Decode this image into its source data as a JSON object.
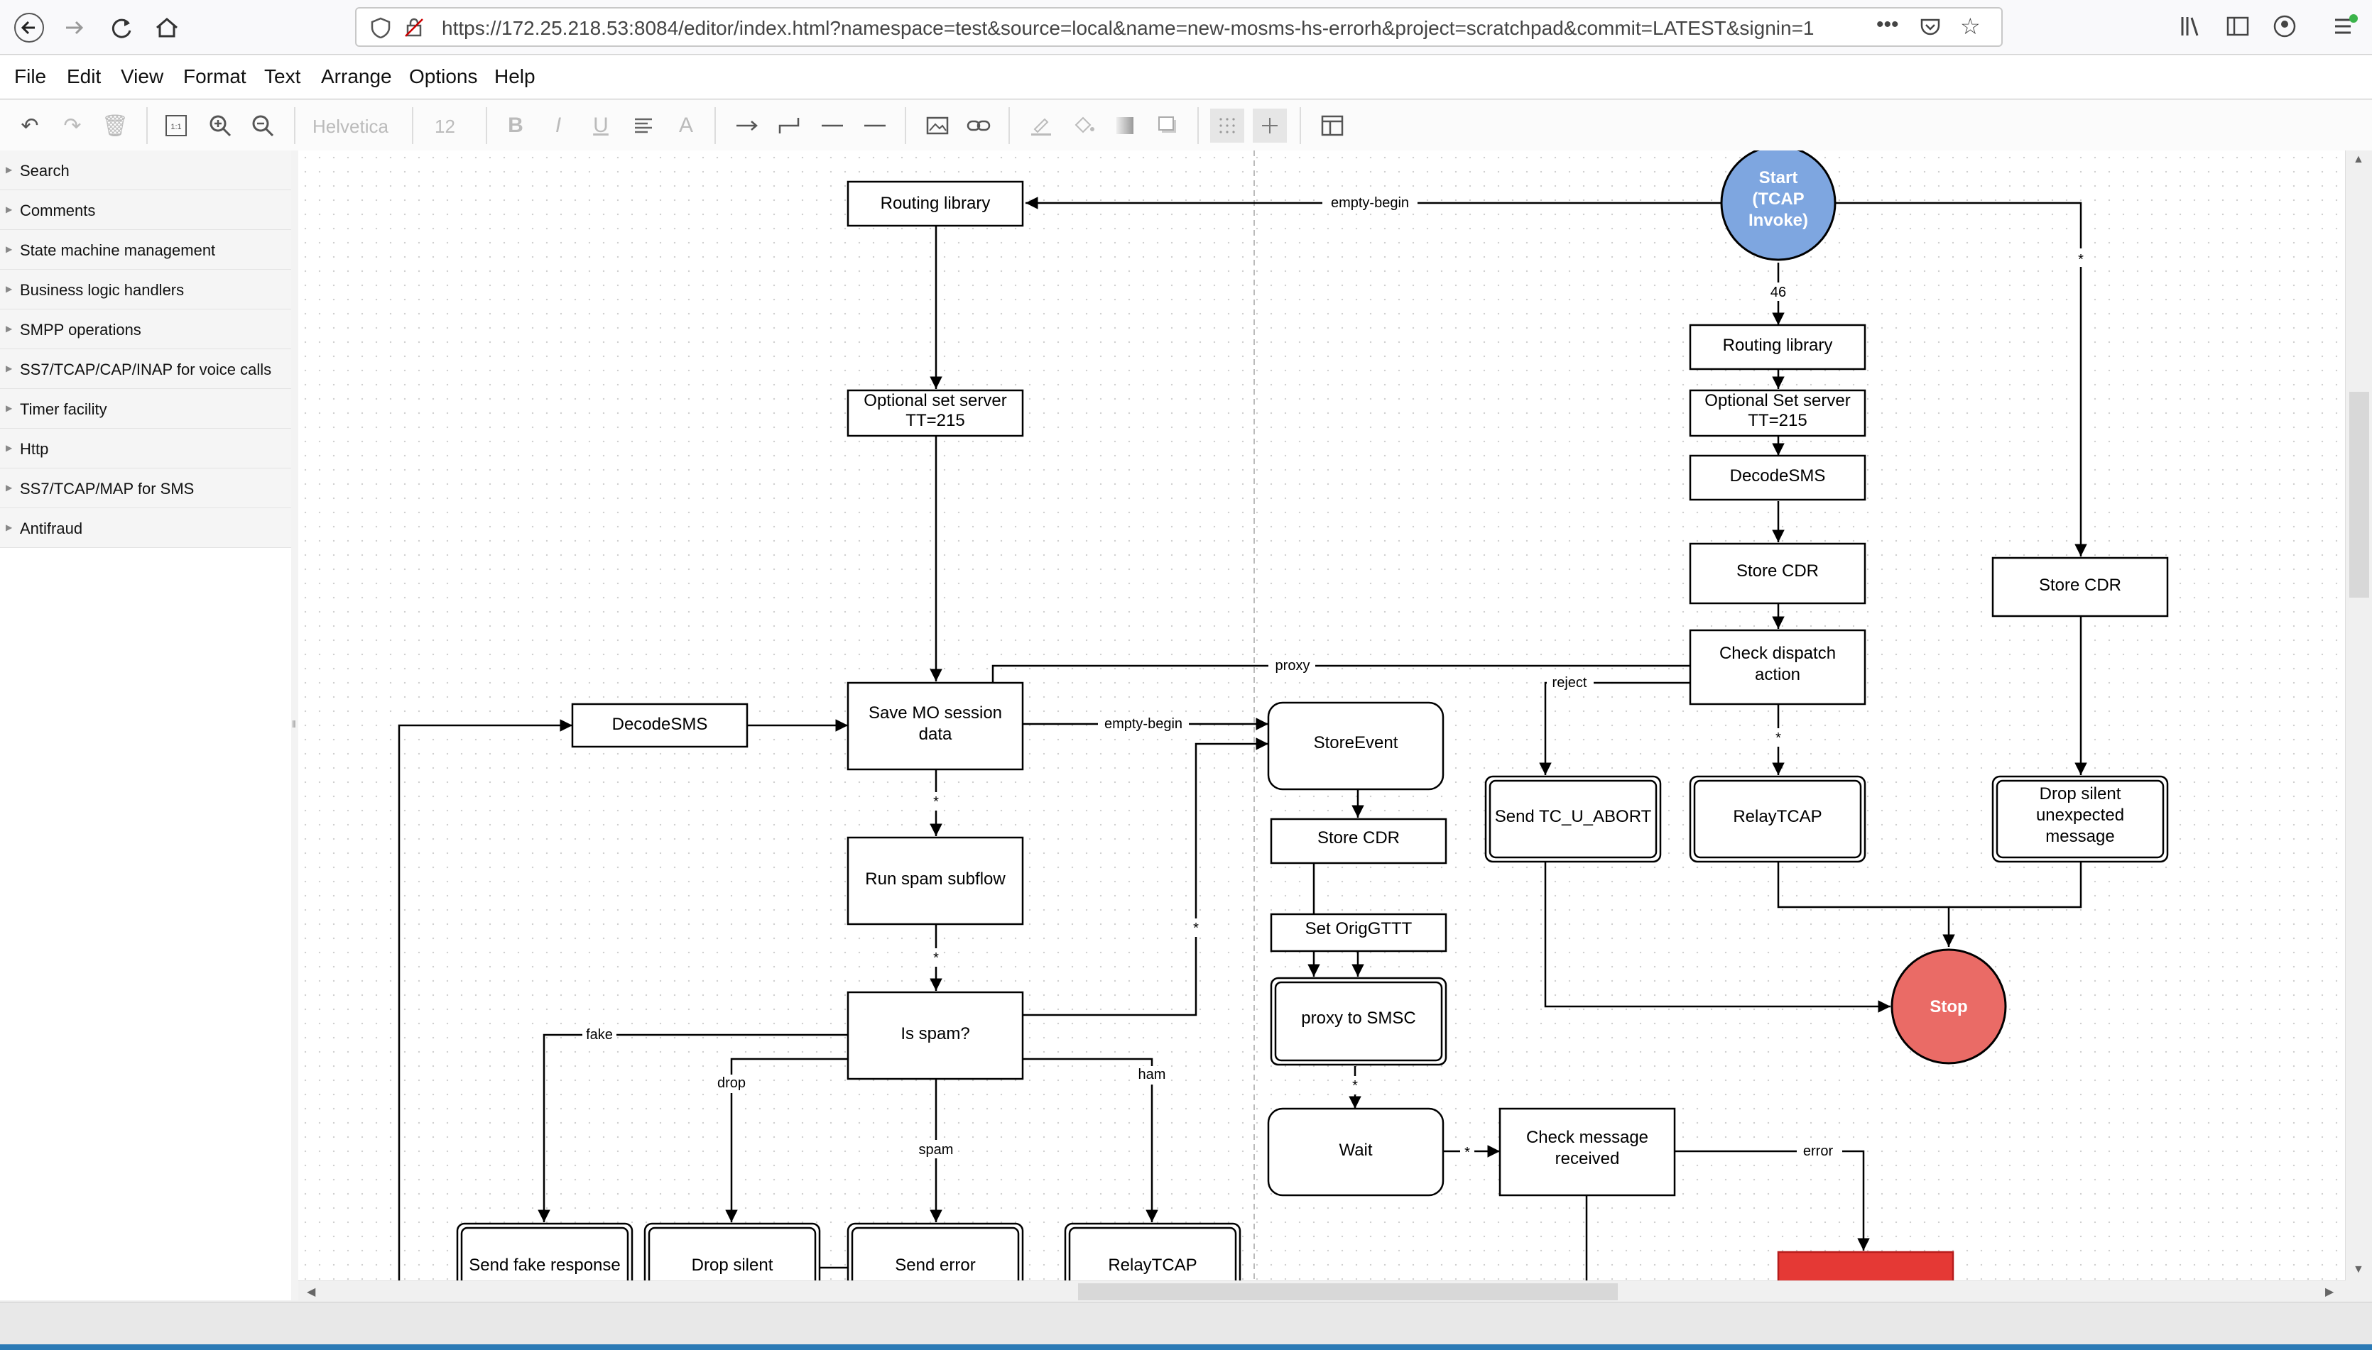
{
  "browser": {
    "url": "https://172.25.218.53:8084/editor/index.html?namespace=test&source=local&name=new-mosms-hs-errorh&project=scratchpad&commit=LATEST&signin=1"
  },
  "menu": [
    "File",
    "Edit",
    "View",
    "Format",
    "Text",
    "Arrange",
    "Options",
    "Help"
  ],
  "toolbar": {
    "font_name": "Helvetica",
    "font_size": "12",
    "bold": "B",
    "italic": "I",
    "underline": "U",
    "fontcolor": "A"
  },
  "sidebar": {
    "categories": [
      "Search",
      "Comments",
      "State machine management",
      "Business logic handlers",
      "SMPP operations",
      "SS7/TCAP/CAP/INAP for voice calls",
      "Timer facility",
      "Http",
      "SS7/TCAP/MAP for SMS",
      "Antifraud"
    ]
  },
  "diagram": {
    "nodes": {
      "routing_library_left": "Routing library",
      "optional_set_server_left": [
        "Optional set server",
        "TT=215"
      ],
      "start": [
        "Start",
        "(TCAP",
        "Invoke)"
      ],
      "routing_library_right": "Routing library",
      "optional_set_server_right": [
        "Optional Set server",
        "TT=215"
      ],
      "decodesms_right": "DecodeSMS",
      "store_cdr_mid": "Store CDR",
      "store_cdr_far": "Store CDR",
      "check_dispatch": [
        "Check dispatch",
        "action"
      ],
      "decodesms_left": "DecodeSMS",
      "save_mo": [
        "Save MO session",
        "data"
      ],
      "store_event": "StoreEvent",
      "store_cdr_center": "Store CDR",
      "send_tc_u_abort": "Send TC_U_ABORT",
      "relay_tcap_right": "RelayTCAP",
      "drop_silent_unexpected": [
        "Drop silent",
        "unexpected",
        "message"
      ],
      "run_spam": "Run spam subflow",
      "set_orig_gt": "Set OrigGTTT",
      "proxy_to_smsc": "proxy to SMSC",
      "stop": "Stop",
      "is_spam": "Is spam?",
      "wait": "Wait",
      "check_message": [
        "Check message",
        "received"
      ],
      "send_fake": "Send fake response",
      "drop_silent": "Drop silent",
      "send_error": "Send error",
      "relay_tcap_bottom": "RelayTCAP"
    },
    "edge_labels": {
      "empty_begin_top": "empty-begin",
      "forty_six": "46",
      "star": "*",
      "proxy": "proxy",
      "reject": "reject",
      "empty_begin_mid": "empty-begin",
      "fake": "fake",
      "drop": "drop",
      "ham": "ham",
      "spam": "spam",
      "error": "error"
    },
    "colors": {
      "start_fill": "#7ea6e0",
      "stop_fill": "#ea6b66",
      "error_block_fill": "#e53935"
    }
  }
}
